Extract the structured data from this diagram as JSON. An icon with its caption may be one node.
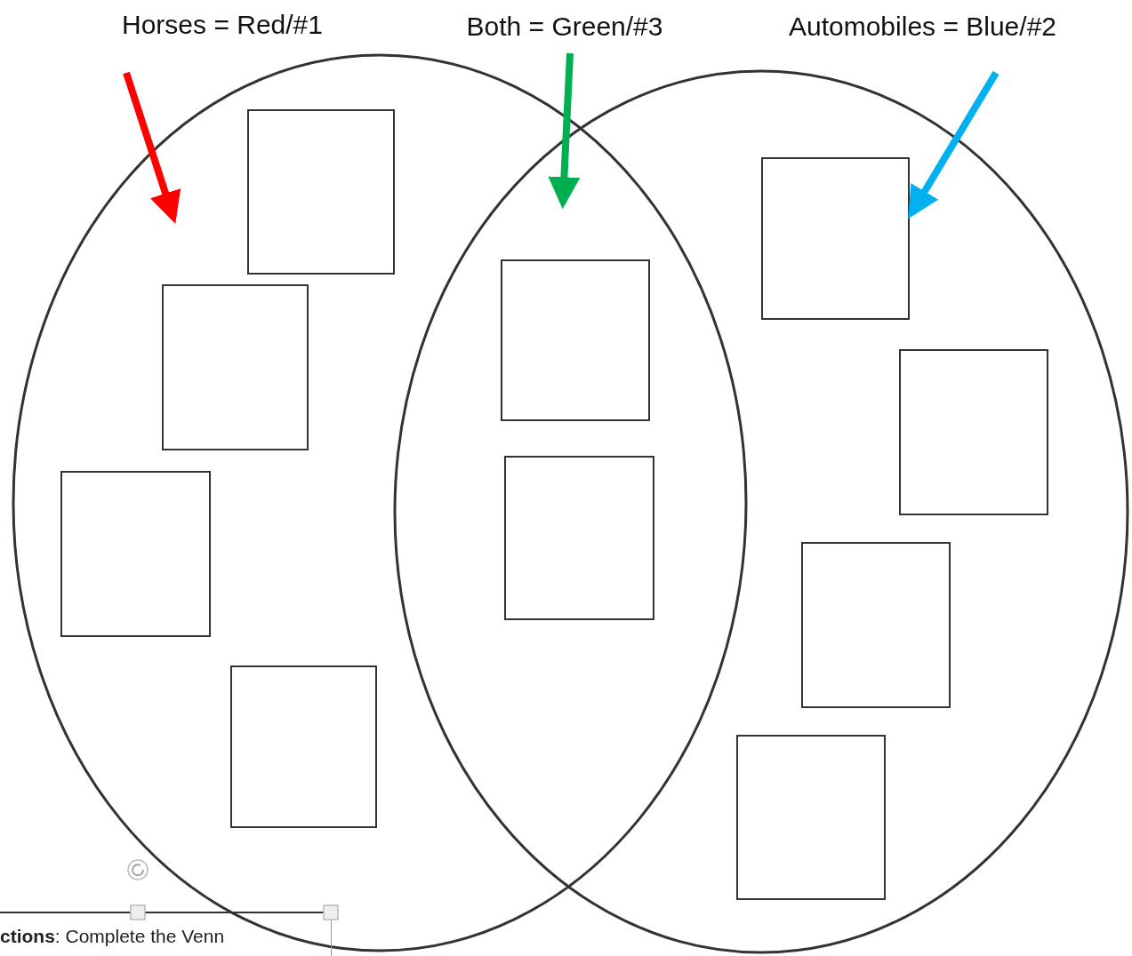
{
  "diagram": {
    "nodes": [
      {
        "text": [
          "Horses = Red/#1"
        ]
      },
      {
        "text": [
          "Both = Green/#3"
        ]
      },
      {
        "text": [
          "Automobiles = Blue/#2"
        ]
      },
      {
        "text": [],
        "shape": "circle"
      },
      {
        "text": [],
        "shape": "box",
        "in": 3
      },
      {
        "text": [],
        "shape": "box",
        "in": 3
      },
      {
        "text": [],
        "shape": "box",
        "in": 3
      },
      {
        "text": [],
        "shape": "box",
        "in": 3
      },
      {
        "text": [],
        "shape": "circle"
      },
      {
        "text": [],
        "shape": "box",
        "in": 8
      },
      {
        "text": [],
        "shape": "box",
        "in": 8
      },
      {
        "text": [],
        "shape": "box",
        "in": 8
      },
      {
        "text": [],
        "shape": "box",
        "in": 8
      },
      {
        "text": [],
        "shape": "box"
      },
      {
        "text": [],
        "shape": "box"
      },
      {
        "text": [
          "**ctions**: Complete the Venn"
        ]
      }
    ],
    "edges": [
      {
        "from": 0,
        "to": 3,
        "arrow": "to",
        "color": "#ff0000"
      },
      {
        "from": 1,
        "to": 8,
        "arrow": "to",
        "color": "#00b050"
      },
      {
        "from": 2,
        "to": 9,
        "arrow": "to",
        "color": "#00b0f0"
      }
    ]
  }
}
